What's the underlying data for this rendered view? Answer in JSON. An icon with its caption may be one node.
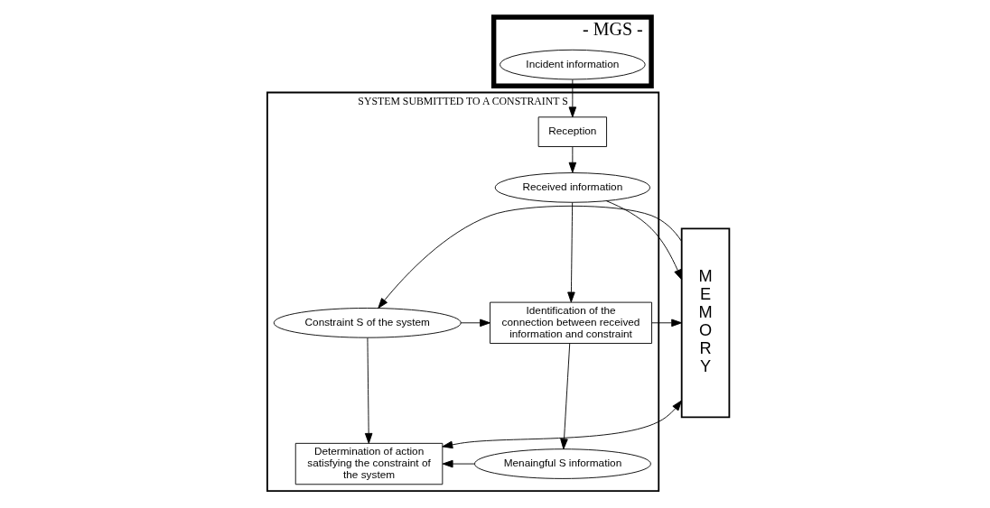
{
  "diagram": {
    "nodes": [
      {
        "text": [
          "- MGS -"
        ]
      },
      {
        "text": [
          "Incident information"
        ],
        "in": 0
      },
      {
        "text": [
          "SYSTEM SUBMITTED TO A CONSTRAINT S"
        ]
      },
      {
        "text": [
          "Reception"
        ],
        "in": 2
      },
      {
        "text": [
          "Received information"
        ],
        "in": 2
      },
      {
        "text": [
          "Identification of the connection between received information and constraint"
        ],
        "in": 2
      },
      {
        "text": [
          "Constraint S of the system"
        ],
        "in": 2
      },
      {
        "text": [
          "Menaingful S information"
        ],
        "in": 2
      },
      {
        "text": [
          "Determination of action satisfying the constraint of the system"
        ],
        "in": 2
      },
      {
        "text": [
          "M E M O R Y"
        ]
      }
    ],
    "edges": [
      {
        "from": 1,
        "to": 3,
        "arrow": "to"
      },
      {
        "from": 3,
        "to": 4,
        "arrow": "to"
      },
      {
        "from": 4,
        "to": 9,
        "arrow": "to"
      },
      {
        "from": 4,
        "to": 5,
        "arrow": "to"
      },
      {
        "from": 6,
        "to": 5,
        "arrow": "to"
      },
      {
        "from": 9,
        "to": 6,
        "arrow": "to"
      },
      {
        "from": 5,
        "to": 7,
        "arrow": "to"
      },
      {
        "from": 5,
        "to": 9,
        "arrow": "to"
      },
      {
        "from": 6,
        "to": 8,
        "arrow": "to"
      },
      {
        "from": 7,
        "to": 8,
        "arrow": "to"
      },
      {
        "from": 8,
        "to": 9,
        "arrow": "both"
      }
    ]
  }
}
